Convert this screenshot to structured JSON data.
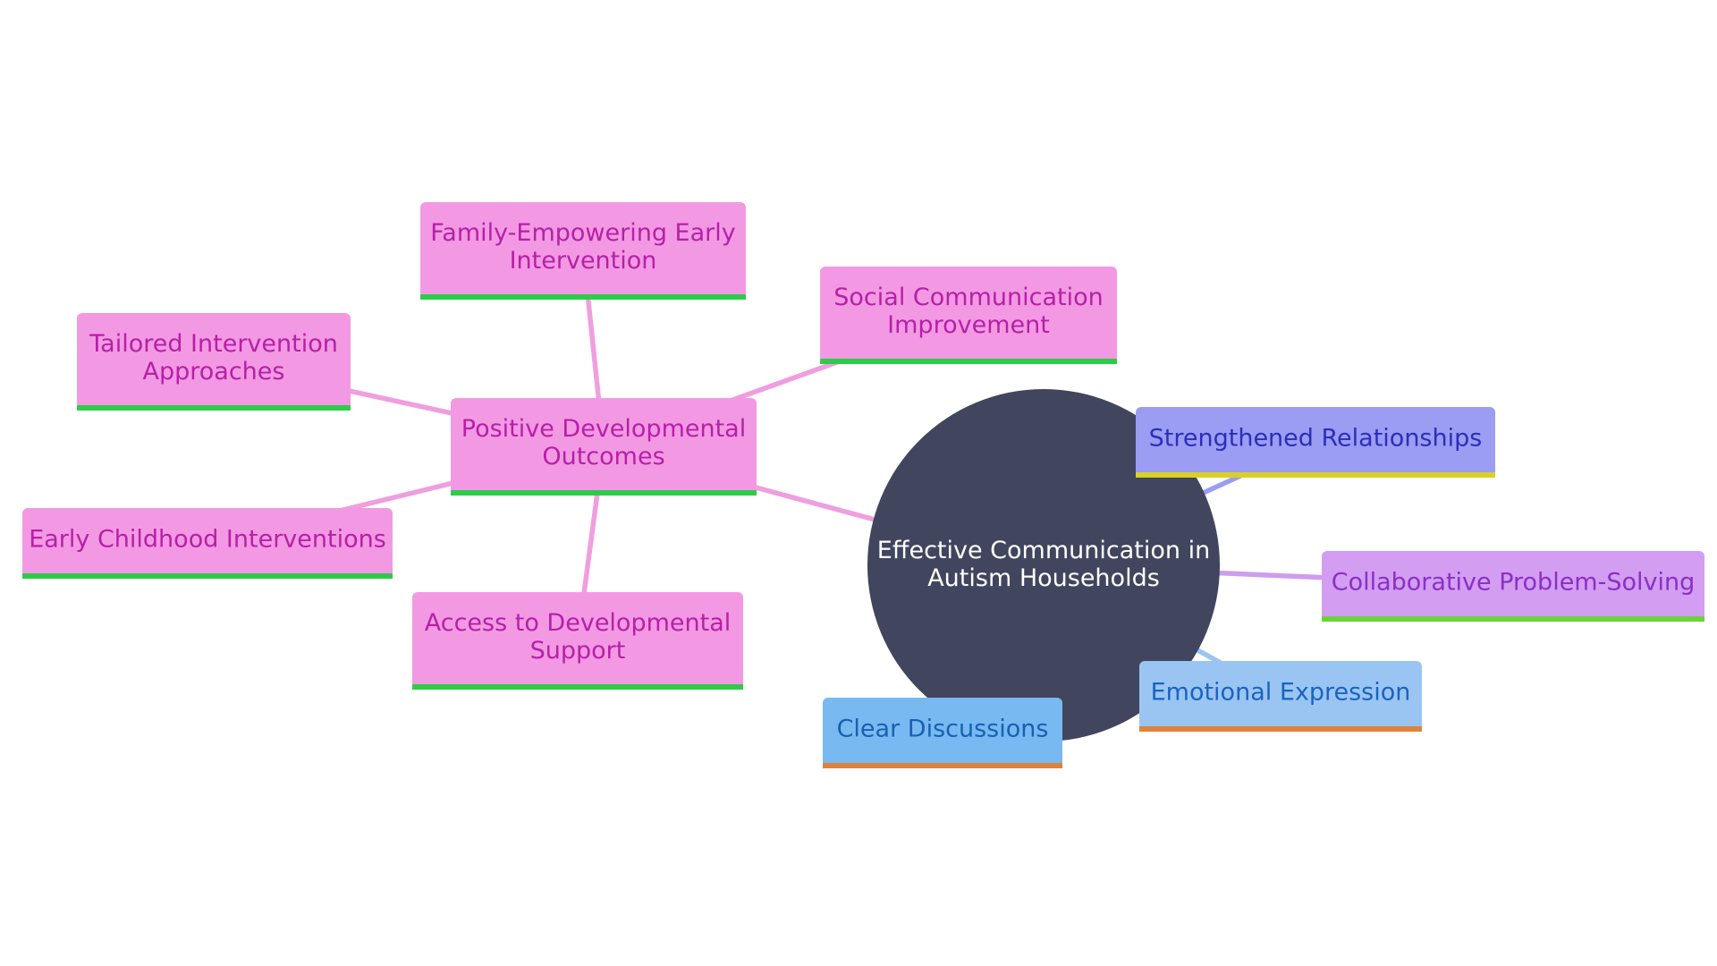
{
  "colors": {
    "background": "#ffffff",
    "root_fill": "#41455e",
    "root_text": "#ffffff",
    "pink_fill": "#f399e3",
    "pink_text": "#b71fa8",
    "pink_edge": "#ef9ee0",
    "pink_bar": "#2dcc48",
    "lavender_fill": "#9a9df2",
    "lavender_text": "#2c2fb8",
    "lavender_edge": "#9a9df2",
    "lavender_bar": "#d7d02a",
    "violet_fill": "#d39df1",
    "violet_text": "#8a2fc8",
    "violet_edge": "#cf9cef",
    "violet_bar": "#6dd13b",
    "lightblue_fill": "#9ac5f3",
    "lightblue_text": "#1b63bf",
    "lightblue_edge": "#9ac5f3",
    "blue_fill": "#78b9f2",
    "blue_text": "#1861b0",
    "orange_bar": "#e08238"
  },
  "root": {
    "id": "root",
    "lines": [
      "Effective Communication in",
      "Autism Households"
    ]
  },
  "nodes": [
    {
      "id": "positive-developmental-outcomes",
      "lines": [
        "Positive Developmental",
        "Outcomes"
      ],
      "theme": "pink",
      "parent": "root"
    },
    {
      "id": "family-empowering-early-intervention",
      "lines": [
        "Family-Empowering Early",
        "Intervention"
      ],
      "theme": "pink",
      "parent": "positive-developmental-outcomes"
    },
    {
      "id": "social-communication-improvement",
      "lines": [
        "Social Communication",
        "Improvement"
      ],
      "theme": "pink",
      "parent": "positive-developmental-outcomes"
    },
    {
      "id": "tailored-intervention-approaches",
      "lines": [
        "Tailored Intervention",
        "Approaches"
      ],
      "theme": "pink",
      "parent": "positive-developmental-outcomes"
    },
    {
      "id": "early-childhood-interventions",
      "lines": [
        "Early Childhood Interventions"
      ],
      "theme": "pink",
      "parent": "positive-developmental-outcomes"
    },
    {
      "id": "access-to-developmental-support",
      "lines": [
        "Access to Developmental",
        "Support"
      ],
      "theme": "pink",
      "parent": "positive-developmental-outcomes"
    },
    {
      "id": "strengthened-relationships",
      "lines": [
        "Strengthened Relationships"
      ],
      "theme": "lavender",
      "parent": "root"
    },
    {
      "id": "collaborative-problem-solving",
      "lines": [
        "Collaborative Problem-Solving"
      ],
      "theme": "violet",
      "parent": "root"
    },
    {
      "id": "emotional-expression",
      "lines": [
        "Emotional Expression"
      ],
      "theme": "lightblue",
      "parent": "root"
    },
    {
      "id": "clear-discussions",
      "lines": [
        "Clear Discussions"
      ],
      "theme": "blue",
      "parent": "root"
    }
  ]
}
